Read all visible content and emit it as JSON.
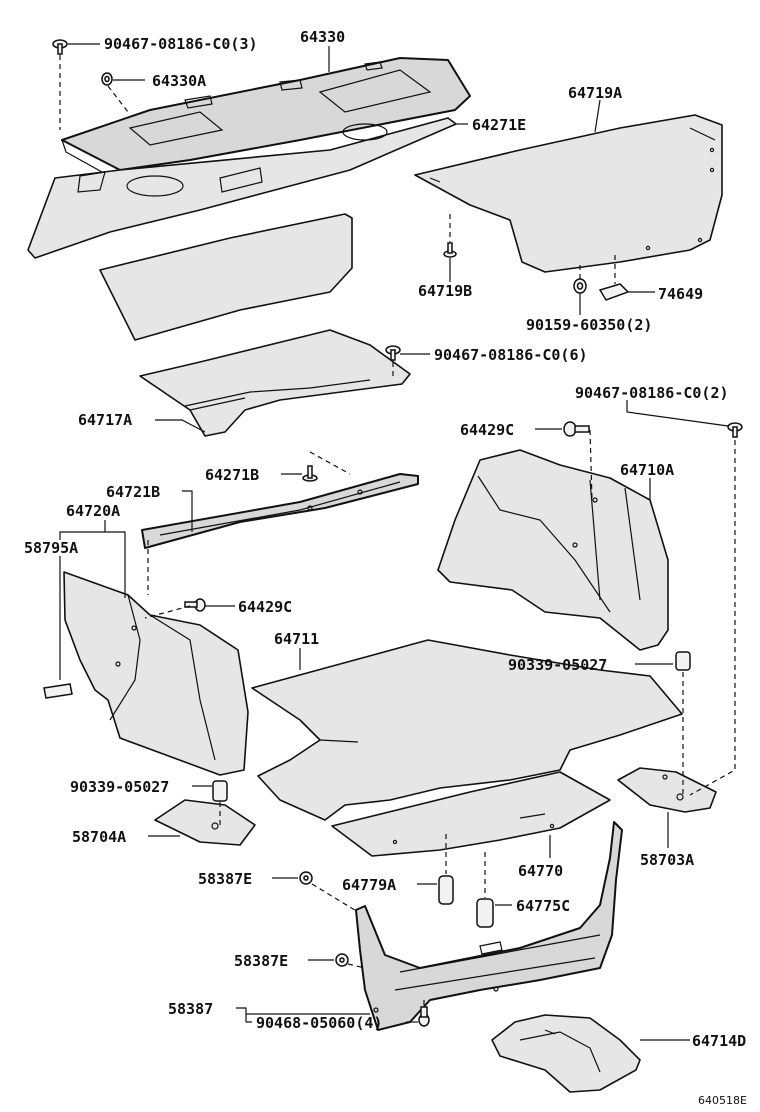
{
  "labels": {
    "l01": "90467-08186-C0(3)",
    "l02": "64330",
    "l03": "64330A",
    "l04": "64271E",
    "l05": "64719A",
    "l06": "64719B",
    "l07": "74649",
    "l08": "90159-60350(2)",
    "l09": "90467-08186-C0(6)",
    "l10": "64717A",
    "l11": "90467-08186-C0(2)",
    "l12": "64429C",
    "l13": "64710A",
    "l14": "64271B",
    "l15": "64721B",
    "l16": "64720A",
    "l17": "58795A",
    "l18": "64429C",
    "l19": "64711",
    "l20": "90339-05027",
    "l21": "90339-05027",
    "l22": "58704A",
    "l23": "58703A",
    "l24": "64770",
    "l25": "58387E",
    "l26": "64779A",
    "l27": "64775C",
    "l28": "58387E",
    "l29": "58387",
    "l30": "90468-05060(4)",
    "l31": "64714D"
  },
  "footer": {
    "code": "640518E"
  }
}
